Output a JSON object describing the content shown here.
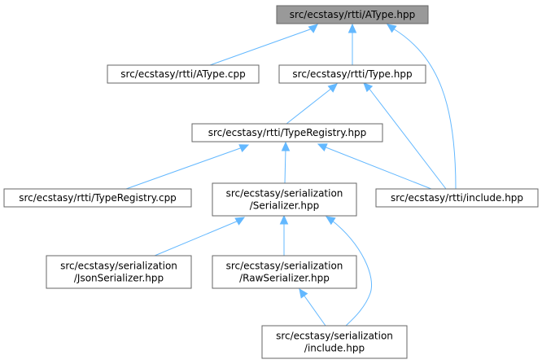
{
  "colors": {
    "edge": "#63b8ff",
    "node_border": "#666666",
    "root_fill": "#999999",
    "node_fill": "#ffffff"
  },
  "nodes": [
    {
      "id": "atype_hpp",
      "lines": [
        "src/ecstasy/rtti/AType.hpp"
      ],
      "root": true
    },
    {
      "id": "atype_cpp",
      "lines": [
        "src/ecstasy/rtti/AType.cpp"
      ]
    },
    {
      "id": "type_hpp",
      "lines": [
        "src/ecstasy/rtti/Type.hpp"
      ]
    },
    {
      "id": "typeregistry_hpp",
      "lines": [
        "src/ecstasy/rtti/TypeRegistry.hpp"
      ]
    },
    {
      "id": "typeregistry_cpp",
      "lines": [
        "src/ecstasy/rtti/TypeRegistry.cpp"
      ]
    },
    {
      "id": "serializer_hpp",
      "lines": [
        "src/ecstasy/serialization",
        "/Serializer.hpp"
      ]
    },
    {
      "id": "rtti_include_hpp",
      "lines": [
        "src/ecstasy/rtti/include.hpp"
      ]
    },
    {
      "id": "jsonserializer_hpp",
      "lines": [
        "src/ecstasy/serialization",
        "/JsonSerializer.hpp"
      ]
    },
    {
      "id": "rawserializer_hpp",
      "lines": [
        "src/ecstasy/serialization",
        "/RawSerializer.hpp"
      ]
    },
    {
      "id": "serialization_include_hpp",
      "lines": [
        "src/ecstasy/serialization",
        "/include.hpp"
      ]
    }
  ],
  "edges": [
    {
      "from": "atype_hpp",
      "to": "atype_cpp"
    },
    {
      "from": "atype_hpp",
      "to": "type_hpp"
    },
    {
      "from": "atype_hpp",
      "to": "rtti_include_hpp"
    },
    {
      "from": "type_hpp",
      "to": "typeregistry_hpp"
    },
    {
      "from": "type_hpp",
      "to": "rtti_include_hpp"
    },
    {
      "from": "typeregistry_hpp",
      "to": "typeregistry_cpp"
    },
    {
      "from": "typeregistry_hpp",
      "to": "serializer_hpp"
    },
    {
      "from": "typeregistry_hpp",
      "to": "rtti_include_hpp"
    },
    {
      "from": "serializer_hpp",
      "to": "jsonserializer_hpp"
    },
    {
      "from": "serializer_hpp",
      "to": "rawserializer_hpp"
    },
    {
      "from": "serializer_hpp",
      "to": "serialization_include_hpp"
    },
    {
      "from": "rawserializer_hpp",
      "to": "serialization_include_hpp"
    }
  ]
}
